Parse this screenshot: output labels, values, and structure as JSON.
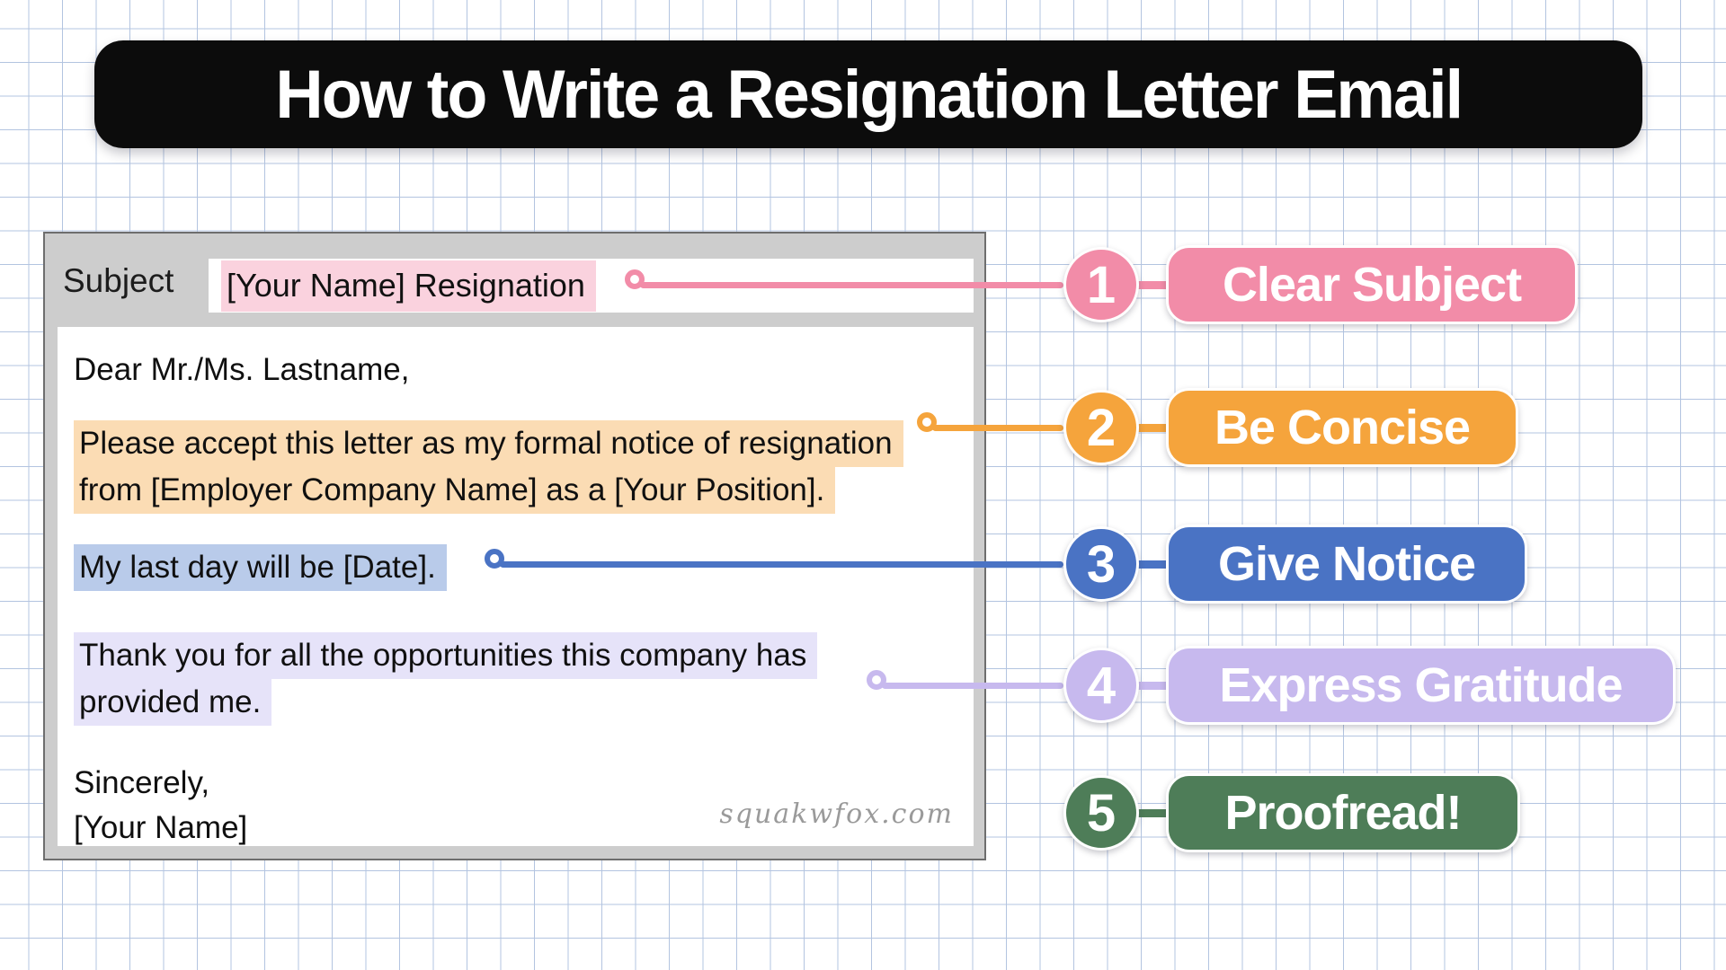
{
  "title": "How to Write a Resignation Letter Email",
  "email": {
    "subject_label": "Subject",
    "subject_value": "[Your Name] Resignation",
    "greeting": "Dear Mr./Ms. Lastname,",
    "concise_line1": "Please accept this letter as my formal notice of resignation",
    "concise_line2": "from [Employer Company Name] as a [Your Position].",
    "notice_line": "My last day will be [Date].",
    "gratitude_line1": "Thank you for all the opportunities this company has",
    "gratitude_line2": "provided me.",
    "signoff": "Sincerely,",
    "signoff_name": "[Your Name]",
    "watermark": "squakwfox.com"
  },
  "steps": [
    {
      "number": "1",
      "label": "Clear Subject",
      "color": "#f28ca8",
      "highlight": "#fad2de"
    },
    {
      "number": "2",
      "label": "Be Concise",
      "color": "#f5a43c",
      "highlight": "#fbdcb4"
    },
    {
      "number": "3",
      "label": "Give Notice",
      "color": "#4a73c4",
      "highlight": "#b9cbea"
    },
    {
      "number": "4",
      "label": "Express Gratitude",
      "color": "#c7b9ee",
      "highlight": "#e6e3f9"
    },
    {
      "number": "5",
      "label": "Proofread!",
      "color": "#4e7d58",
      "highlight": ""
    }
  ],
  "colors": {
    "banner_bg": "#0c0c0c",
    "banner_text": "#ffffff",
    "card_bg": "#cdcdcd",
    "card_border": "#6e6e6e",
    "grid_line": "#b3c4e0",
    "watermark_text": "#9a9a9a"
  }
}
